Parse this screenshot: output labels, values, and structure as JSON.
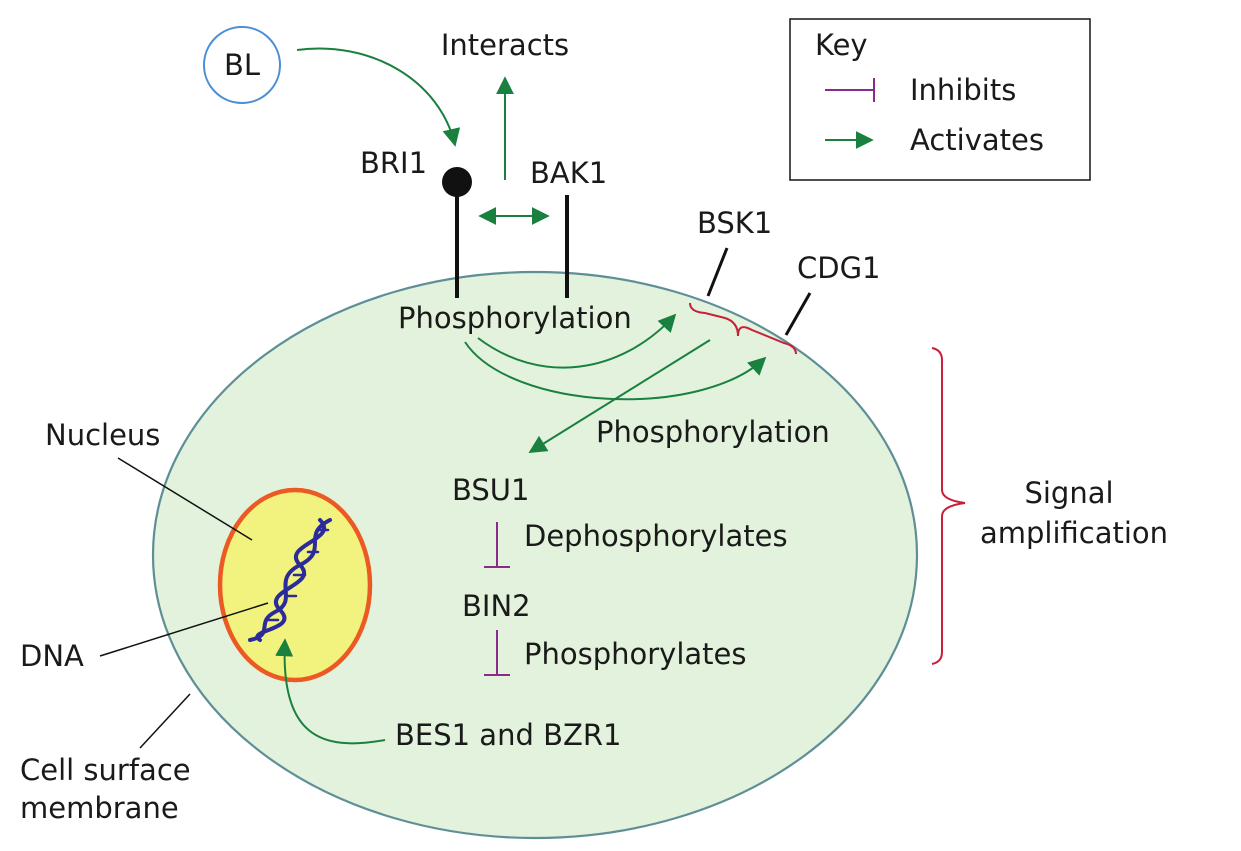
{
  "labels": {
    "bl": "BL",
    "interacts": "Interacts",
    "bri1": "BRI1",
    "bak1": "BAK1",
    "bsk1": "BSK1",
    "cdg1": "CDG1",
    "phosphorylation_top": "Phosphorylation",
    "phosphorylation_mid": "Phosphorylation",
    "bsu1": "BSU1",
    "dephosphorylates": "Dephosphorylates",
    "bin2": "BIN2",
    "phosphorylates": "Phosphorylates",
    "bes1_bzr1": "BES1 and BZR1",
    "nucleus": "Nucleus",
    "dna": "DNA",
    "cell_surface_line1": "Cell surface",
    "cell_surface_line2": "membrane",
    "signal_line1": "Signal",
    "signal_line2": "amplification"
  },
  "key": {
    "title": "Key",
    "inhibits": "Inhibits",
    "activates": "Activates"
  },
  "colors": {
    "activate": "#1a8040",
    "inhibit": "#8a2a8a",
    "bracket": "#c8203a",
    "cell_fill": "#e3f2dc",
    "cell_stroke": "#5f8f96",
    "nucleus_fill": "#f2f27e",
    "nucleus_stroke": "#ec5a24",
    "dna": "#2b2b9a",
    "bl_circle": "#4a8ed6"
  }
}
